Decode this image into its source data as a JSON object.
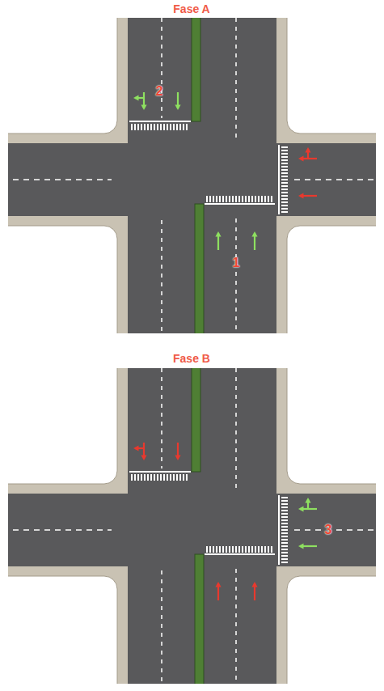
{
  "diagram": {
    "labels": [
      "Fase A",
      "2",
      "1",
      "Fase B",
      "3"
    ]
  }
}
